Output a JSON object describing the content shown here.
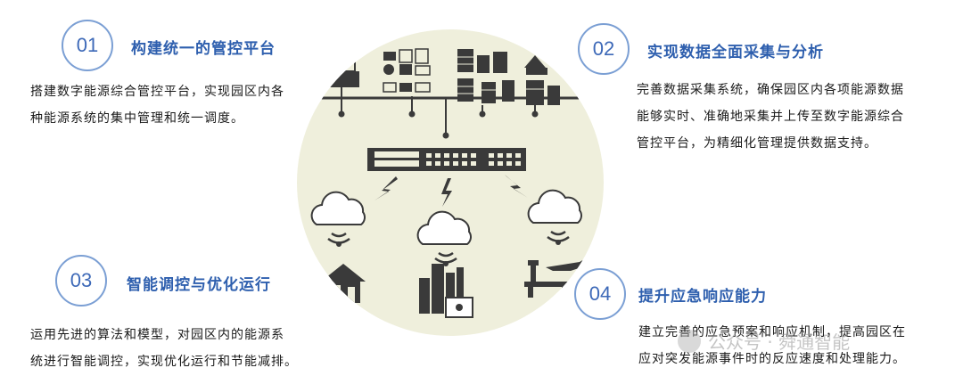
{
  "blocks": [
    {
      "num": "01",
      "title": "构建统一的管控平台",
      "desc_lines": [
        "搭建数字能源综合管控平台，实现园区内各",
        "种能源系统的集中管理和统一调度。"
      ]
    },
    {
      "num": "02",
      "title": "实现数据全面采集与分析",
      "desc_lines": [
        "完善数据采集系统，确保园区内各项能源数据",
        "能够实时、准确地采集并上传至数字能源综合",
        "管控平台，为精细化管理提供数据支持。"
      ]
    },
    {
      "num": "03",
      "title": "智能调控与优化运行",
      "desc_lines": [
        "运用先进的算法和模型，对园区内的能源系",
        "统进行智能调控，实现优化运行和节能减排。"
      ]
    },
    {
      "num": "04",
      "title": "提升应急响应能力",
      "desc_lines": [
        "建立完善的应急预案和响应机制，提高园区在",
        "应对突发能源事件时的反应速度和处理能力。"
      ]
    }
  ],
  "watermark": {
    "text": "公众号 · 舜通智能"
  },
  "colors": {
    "accent": "#3d69b8",
    "circle_bg": "#efefdc",
    "icon": "#3a3a3a"
  }
}
